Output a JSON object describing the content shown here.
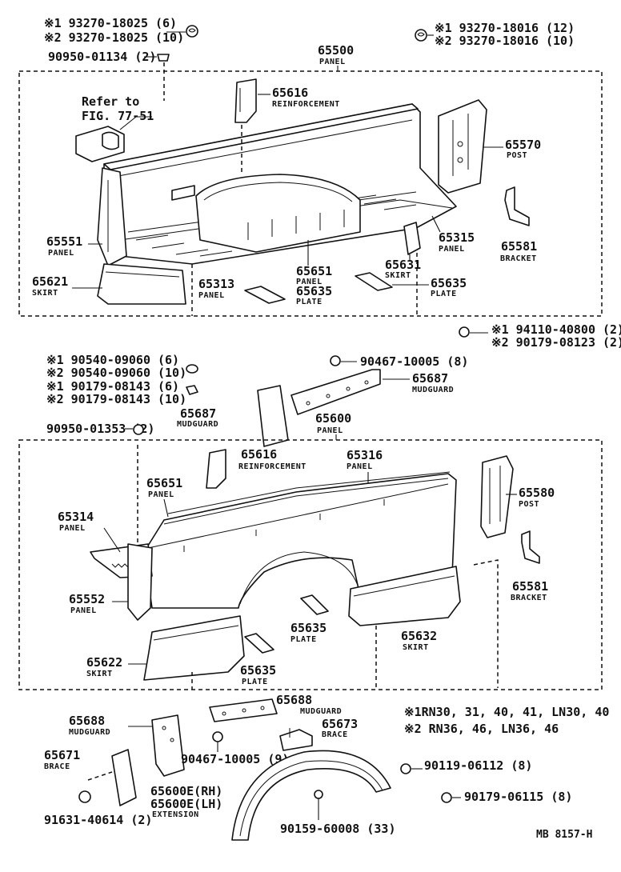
{
  "diagram": {
    "upper_fasteners": {
      "left_s1": "※1 93270-18025 (6)",
      "left_s2": "※2 93270-18025 (10)",
      "clip": "90950-01134 (2)",
      "right_s1": "※1 93270-18016 (12)",
      "right_s2": "※2 93270-18016 (10)"
    },
    "upper_panel": {
      "number": "65500",
      "name": "PANEL"
    },
    "refer_to": {
      "line1": "Refer to",
      "line2": "FIG. 77-51"
    },
    "upper_parts": {
      "reinforcement": {
        "number": "65616",
        "name": "REINFORCEMENT"
      },
      "post": {
        "number": "65570",
        "name": "POST"
      },
      "panel_left": {
        "number": "65551",
        "name": "PANEL"
      },
      "panel_right": {
        "number": "65315",
        "name": "PANEL"
      },
      "bracket": {
        "number": "65581",
        "name": "BRACKET"
      },
      "skirt_left": {
        "number": "65621",
        "name": "SKIRT"
      },
      "panel_floor": {
        "number": "65313",
        "name": "PANEL"
      },
      "panel_center": {
        "number": "65651",
        "name": "PANEL"
      },
      "skirt_right": {
        "number": "65631",
        "name": "SKIRT"
      },
      "plate_center": {
        "number": "65635",
        "name": "PLATE"
      },
      "plate_right": {
        "number": "65635",
        "name": "PLATE"
      }
    },
    "mid_fasteners": {
      "bolt_s1": "※1 94110-40800 (2)",
      "bolt_s2": "※2 90179-08123 (2)",
      "nut_a_s1": "※1 90540-09060 (6)",
      "nut_a_s2": "※2 90540-09060 (10)",
      "nut_b_s1": "※1 90179-08143 (6)",
      "nut_b_s2": "※2 90179-08143 (10)",
      "mudguard_nut": "90467-10005 (8)",
      "clip2": "90950-01353 (2)"
    },
    "mid_parts": {
      "mudguard_right": {
        "number": "65687",
        "name": "MUDGUARD"
      },
      "mudguard_left": {
        "number": "65687",
        "name": "MUDGUARD"
      }
    },
    "lower_panel": {
      "number": "65600",
      "name": "PANEL"
    },
    "lower_parts": {
      "reinforcement": {
        "number": "65616",
        "name": "REINFORCEMENT"
      },
      "panel_top": {
        "number": "65316",
        "name": "PANEL"
      },
      "panel_inner": {
        "number": "65651",
        "name": "PANEL"
      },
      "post": {
        "number": "65580",
        "name": "POST"
      },
      "panel_floor": {
        "number": "65314",
        "name": "PANEL"
      },
      "bracket": {
        "number": "65581",
        "name": "BRACKET"
      },
      "panel_side": {
        "number": "65552",
        "name": "PANEL"
      },
      "plate_upper": {
        "number": "65635",
        "name": "PLATE"
      },
      "skirt_right": {
        "number": "65632",
        "name": "SKIRT"
      },
      "skirt_left": {
        "number": "65622",
        "name": "SKIRT"
      },
      "plate_lower": {
        "number": "65635",
        "name": "PLATE"
      }
    },
    "bottom": {
      "mudguard_right": {
        "number": "65688",
        "name": "MUDGUARD"
      },
      "mudguard_left": {
        "number": "65688",
        "name": "MUDGUARD"
      },
      "brace_right": {
        "number": "65673",
        "name": "BRACE"
      },
      "brace_left": {
        "number": "65671",
        "name": "BRACE"
      },
      "nut_9": "90467-10005 (9)",
      "extension_rh": "65600E(RH)",
      "extension_lh": "65600E(LH)",
      "extension_name": "EXTENSION",
      "nut_brace": "91631-40614 (2)",
      "screw_33": "90159-60008 (33)",
      "bolt_8a": "90119-06112 (8)",
      "nut_8b": "90179-06115 (8)"
    },
    "legend": {
      "s1": "※1RN30, 31, 40, 41, LN30, 40",
      "s2": "※2 RN36, 46, LN36, 46"
    },
    "footer_code": "MB 8157-H"
  }
}
